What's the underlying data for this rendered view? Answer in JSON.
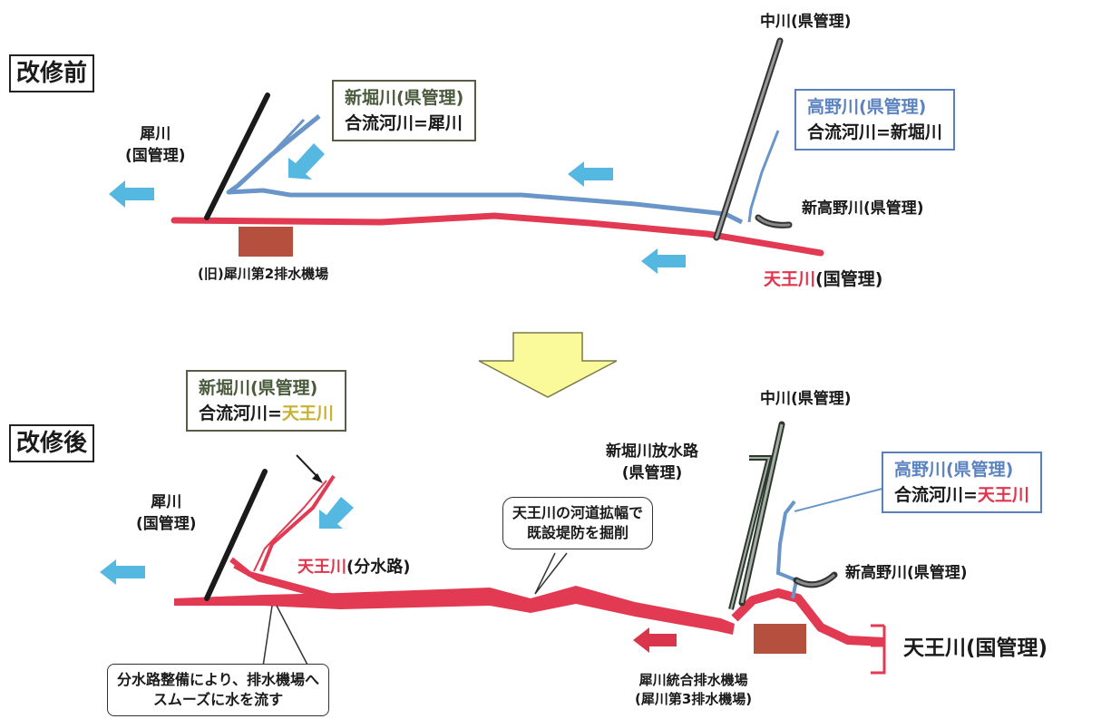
{
  "before": {
    "section_label": "改修前",
    "shinbori_box": {
      "line1": "新堀川(県管理)",
      "line2": "合流河川=犀川"
    },
    "takano_box": {
      "line1": "高野川(県管理)",
      "line2": "合流河川=新堀川"
    },
    "nakagawa": "中川(県管理)",
    "sai_river": {
      "line1": "犀川",
      "line2": "(国管理)"
    },
    "shintakano": "新高野川(県管理)",
    "pump_station": "(旧)犀川第2排水機場",
    "tenno": {
      "name": "天王川",
      "suffix": "(国管理)"
    }
  },
  "after": {
    "section_label": "改修後",
    "shinbori_box": {
      "line1": "新堀川(県管理)",
      "line2_prefix": "合流河川=",
      "line2_river": "天王川"
    },
    "takano_box": {
      "line1": "高野川(県管理)",
      "line2_prefix": "合流河川=",
      "line2_river": "天王川"
    },
    "nakagawa": "中川(県管理)",
    "shinbori_channel": {
      "line1": "新堀川放水路",
      "line2": "(県管理)"
    },
    "sai_river": {
      "line1": "犀川",
      "line2": "(国管理)"
    },
    "diversion": {
      "name": "天王川",
      "suffix": "(分水路)"
    },
    "widening_callout": {
      "line1": "天王川の河道拡幅で",
      "line2": "既設堤防を掘削"
    },
    "shintakano": "新高野川(県管理)",
    "flow_callout": {
      "line1": "分水路整備により、排水機場へ",
      "line2": "スムーズに水を流す"
    },
    "pump_station": {
      "line1": "犀川統合排水機場",
      "line2": "(犀川第3排水機場)"
    },
    "tenno": "天王川(国管理)"
  },
  "colors": {
    "tenno_red": "#e23a52",
    "blue_river": "#6a95c8",
    "flow_arrow_blue": "#54b8e0",
    "flow_arrow_red": "#d9364c",
    "transition_arrow": "#fafa9a",
    "pump_brown": "#b5503f",
    "prefecture_gray": "#555555",
    "national_black": "#1a1a1a"
  }
}
